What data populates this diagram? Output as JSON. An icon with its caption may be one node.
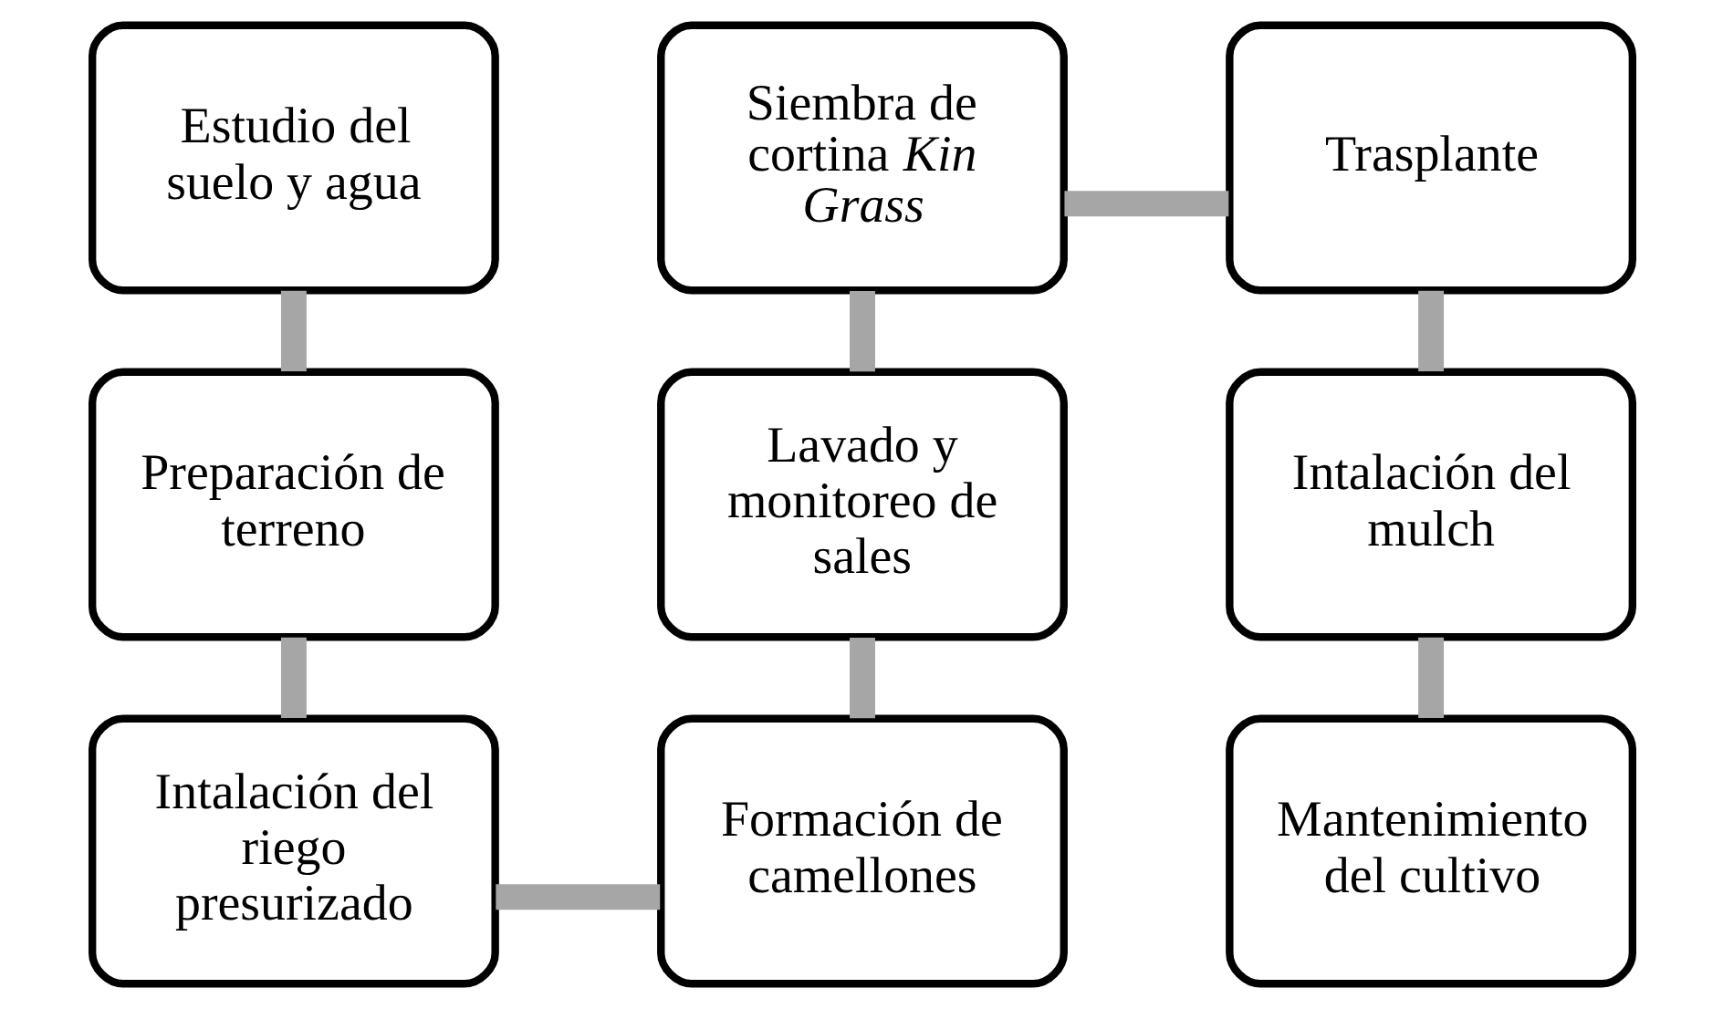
{
  "diagram": {
    "nodes": [
      {
        "text": [
          "Estudio del suelo y agua"
        ]
      },
      {
        "text": [
          "Preparación de terreno"
        ]
      },
      {
        "text": [
          "Intalación del riego presurizado"
        ]
      },
      {
        "text": [
          "Formación de camellones"
        ]
      },
      {
        "text": [
          "Lavado y monitoreo de sales"
        ]
      },
      {
        "text": [
          "Siembra de cortina *Kin Grass*"
        ]
      },
      {
        "text": [
          "Trasplante"
        ]
      },
      {
        "text": [
          "Intalación del mulch"
        ]
      },
      {
        "text": [
          "Mantenimiento del cultivo"
        ]
      }
    ],
    "edges": [
      {
        "from": 0,
        "to": 1,
        "arrow": "none"
      },
      {
        "from": 1,
        "to": 2,
        "arrow": "none"
      },
      {
        "from": 2,
        "to": 3,
        "arrow": "none"
      },
      {
        "from": 3,
        "to": 4,
        "arrow": "none"
      },
      {
        "from": 4,
        "to": 5,
        "arrow": "none"
      },
      {
        "from": 5,
        "to": 6,
        "arrow": "none"
      },
      {
        "from": 6,
        "to": 7,
        "arrow": "none"
      },
      {
        "from": 7,
        "to": 8,
        "arrow": "none"
      }
    ]
  }
}
